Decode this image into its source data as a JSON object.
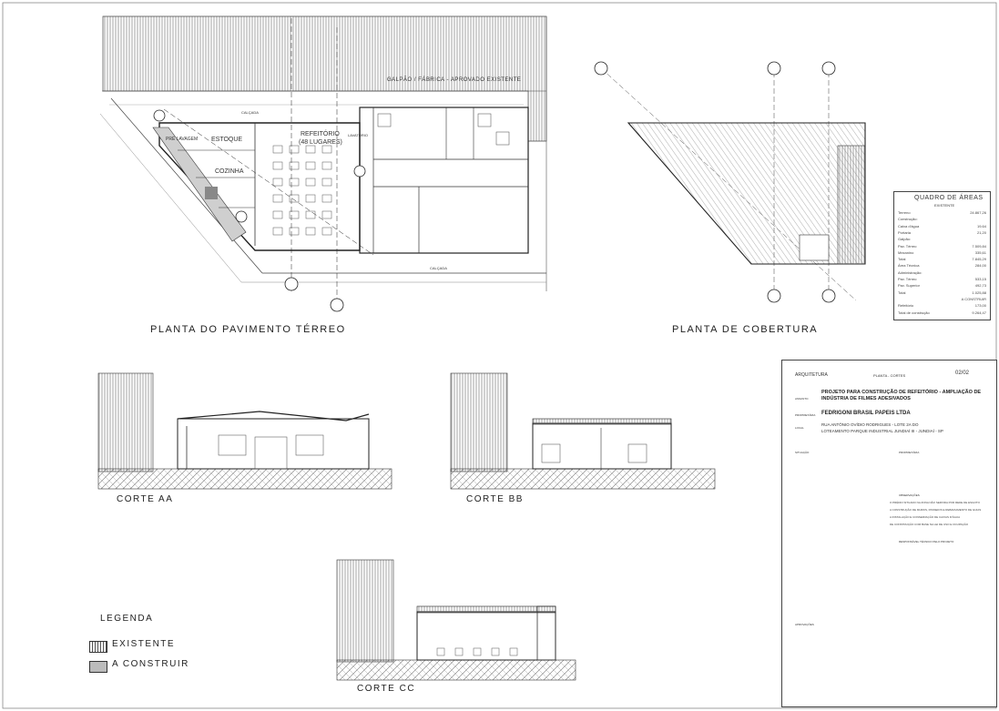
{
  "plans": {
    "ground_floor_title": "PLANTA DO PAVIMENTO TÉRREO",
    "roof_title": "PLANTA DE COBERTURA",
    "shed_label": "GALPÃO / FÁBRICA - APROVADO EXISTENTE",
    "rooms": {
      "estoque": "ESTOQUE",
      "refeitorio": "REFEITÓRIO",
      "lugares": "(48 LUGARES)",
      "cozinha": "COZINHA",
      "pre_lavagem": "PRÉ LAVAGEM",
      "lavatorio": "LAVATORIO",
      "calcada": "CALÇADA"
    }
  },
  "sections": {
    "aa": "CORTE AA",
    "bb": "CORTE BB",
    "cc": "CORTE CC"
  },
  "legend": {
    "title": "LEGENDA",
    "existing": "EXISTENTE",
    "new": "A CONSTRUIR"
  },
  "area_table": {
    "title": "QUADRO DE ÁREAS",
    "subtitle": "EXISTENTE",
    "rows": [
      {
        "label": "Terreno",
        "value": "24.867,26"
      },
      {
        "label": "Construção:",
        "value": ""
      },
      {
        "label": "Caixa d'água",
        "value": "19,64"
      },
      {
        "label": "Portaria",
        "value": "21,20"
      },
      {
        "label": "Galpão:",
        "value": ""
      },
      {
        "label": "Pav. Térreo",
        "value": "7.509,84"
      },
      {
        "label": "Mezanino",
        "value": "335,61"
      },
      {
        "label": "Total",
        "value": "7.845,29"
      },
      {
        "label": "Área Técnica",
        "value": "284,00"
      },
      {
        "label": "Administração:",
        "value": ""
      },
      {
        "label": "Pav. Térreo",
        "value": "533,15"
      },
      {
        "label": "Pav. Superior",
        "value": "492,73"
      },
      {
        "label": "Total",
        "value": "1.025,88"
      },
      {
        "label": "",
        "value": "A CONSTRUIR"
      },
      {
        "label": "Refeitório",
        "value": "173,00"
      },
      {
        "label": "Total de construção",
        "value": "9.264,47"
      }
    ]
  },
  "title_block": {
    "discipline": "ARQUITETURA",
    "sheet_content": "PLANTA - CORTES",
    "sheet_number": "02/02",
    "project_label": "ASSUNTO",
    "project": "PROJETO PARA CONSTRUÇÃO DE REFEITÓRIO - AMPLIAÇÃO DE INDÚSTRIA DE FILMES ADESIVADOS",
    "owner_label": "PROPRIETÁRIA",
    "owner": "FEDRIGONI BRASIL PAPEIS LTDA",
    "location_label": "LOCAL",
    "address_1": "RUA ANTÔNIO OVÍDIO RODRIGUES - LOTE 2A DO",
    "address_2": "LOTEAMENTO PARQUE INDUSTRIAL JUNDIAÍ III - JUNDIAÍ - SP",
    "situacao": "SITUAÇÃO",
    "proprietaria": "PROPRIETÁRIA",
    "observacoes": "OBSERVAÇÕES",
    "resp_tecnico": "RESPONSÁVEL TÉCNICO PELO PROJETO",
    "aprovacoes": "APROVAÇÕES",
    "notes": [
      "O PRÉDIO SITUADO NA ZONA NÃO SERVIDA POR REDE DE ESGOTO",
      "A CONSTRUÇÃO DE MUROS, PASSEIOS E REBAIXAMENTO DE GUIAS",
      "A INSTALAÇÃO E CONSERVAÇÃO DE CAIXAS D'ÁGUA",
      "DE CONSTRUÇÃO COM BASE NA LEI DE USO E OCUPAÇÃO"
    ]
  },
  "colors": {
    "ink": "#333333",
    "hatch_new": "#bbbbbb",
    "paper": "#ffffff"
  }
}
